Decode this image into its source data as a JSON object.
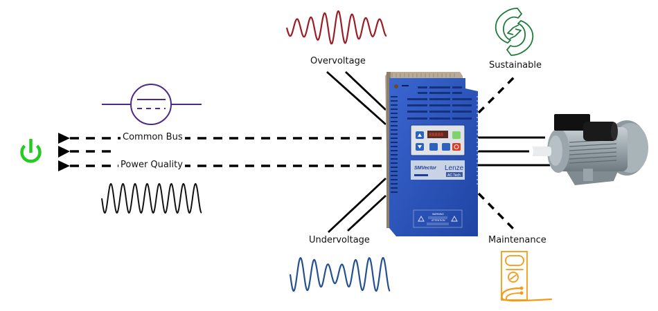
{
  "labels": {
    "common_bus": "Common Bus",
    "power_quality": "Power Quality",
    "overvoltage": "Overvoltage",
    "undervoltage": "Undervoltage",
    "sustainable": "Sustainable",
    "maintenance": "Maintenance"
  },
  "drive": {
    "brand": "Lenze",
    "model": "SMVector",
    "badge": "AC Tech",
    "warning_title": "WARNING",
    "attention_title": "ATTENTION"
  },
  "icons": {
    "power": "power-icon",
    "dc_lamp": "dc-symbol-icon",
    "recycle": "recycle-icon",
    "multimeter": "multimeter-icon",
    "motor": "electric-motor-image",
    "drive": "vfd-drive-image"
  },
  "colors": {
    "power_green": "#22cc22",
    "dc_purple": "#4b2a8a",
    "overvoltage_red": "#9b1c22",
    "undervoltage_blue": "#23508f",
    "sustainable_green": "#1d7a3a",
    "maintenance_orange": "#f59a12",
    "drive_blue": "#2a52b8",
    "line_black": "#000000"
  }
}
